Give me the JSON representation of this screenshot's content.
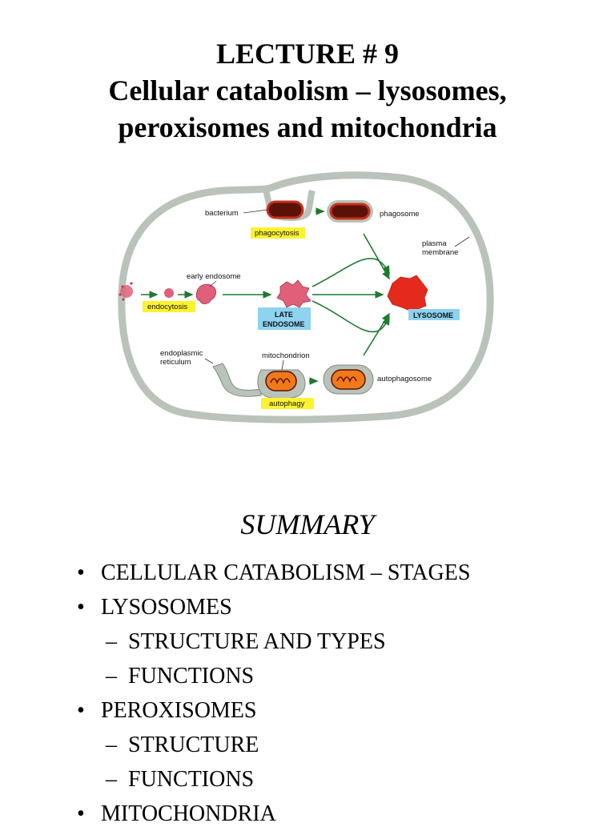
{
  "title": {
    "line1": "LECTURE # 9",
    "line2": "Cellular catabolism – lysosomes,",
    "line3": "peroxisomes and mitochondria"
  },
  "diagram": {
    "labels": {
      "bacterium": "bacterium",
      "phagosome": "phagosome",
      "phagocytosis": "phagocytosis",
      "plasma_membrane_1": "plasma",
      "plasma_membrane_2": "membrane",
      "early_endosome": "early endosome",
      "endocytosis": "endocytosis",
      "late_endosome_1": "LATE",
      "late_endosome_2": "ENDOSOME",
      "lysosome": "LYSOSOME",
      "er_1": "endoplasmic",
      "er_2": "reticulum",
      "mitochondrion": "mitochondrion",
      "autophagosome": "autophagosome",
      "autophagy": "autophagy"
    },
    "colors": {
      "membrane": "#b9c3b9",
      "highlight_yellow": "#fdf22f",
      "highlight_blue": "#8ed3ef",
      "arrow_green": "#1f7a2e",
      "lysosome_red": "#e42a1c",
      "mitochondrion_orange": "#f07a1a",
      "bacterium_red": "#c8311c"
    }
  },
  "summary": {
    "heading": "SUMMARY",
    "items": [
      {
        "level": 1,
        "marker": "•",
        "text": "CELLULAR CATABOLISM – STAGES"
      },
      {
        "level": 1,
        "marker": "•",
        "text": "LYSOSOMES"
      },
      {
        "level": 2,
        "marker": "–",
        "text": "STRUCTURE AND TYPES"
      },
      {
        "level": 2,
        "marker": "–",
        "text": "FUNCTIONS"
      },
      {
        "level": 1,
        "marker": "•",
        "text": "PEROXISOMES"
      },
      {
        "level": 2,
        "marker": "–",
        "text": "STRUCTURE"
      },
      {
        "level": 2,
        "marker": "–",
        "text": "FUNCTIONS"
      },
      {
        "level": 1,
        "marker": "•",
        "text": "MITOCHONDRIA"
      }
    ]
  }
}
